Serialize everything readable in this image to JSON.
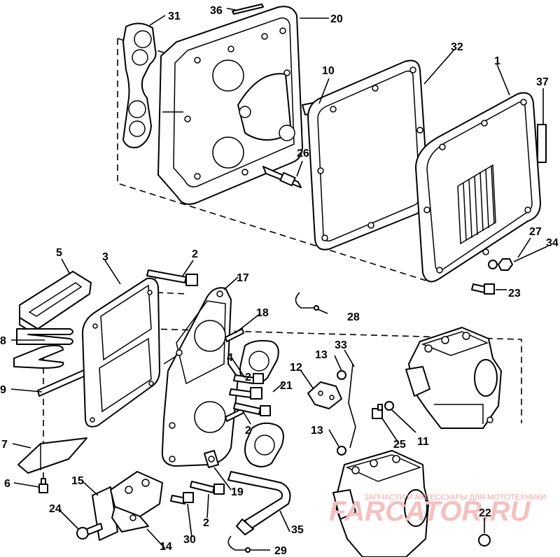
{
  "callouts": [
    "1",
    "2",
    "3",
    "4",
    "5",
    "6",
    "7",
    "8",
    "9",
    "10",
    "11",
    "12",
    "13",
    "14",
    "15",
    "17",
    "18",
    "19",
    "20",
    "21",
    "22",
    "23",
    "24",
    "25",
    "26",
    "27",
    "28",
    "29",
    "30",
    "31",
    "32",
    "33",
    "34",
    "35",
    "36",
    "37"
  ],
  "labels": {
    "l31": "31",
    "l36": "36",
    "l20": "20",
    "l32": "32",
    "l1": "1",
    "l37": "37",
    "l10": "10",
    "l26": "26",
    "l27": "27",
    "l34": "34",
    "l23": "23",
    "l5": "5",
    "l3": "3",
    "l2a": "2",
    "l17": "17",
    "l18": "18",
    "l28": "28",
    "l8": "8",
    "l9": "9",
    "l7": "7",
    "l6": "6",
    "l4": "4",
    "l2b": "2",
    "l21": "21",
    "l2c": "2",
    "l13a": "13",
    "l33": "33",
    "l12": "12",
    "l13b": "13",
    "l25": "25",
    "l11": "11",
    "l19": "19",
    "l15": "15",
    "l24": "24",
    "l14": "14",
    "l30": "30",
    "l2d": "2",
    "l35": "35",
    "l29": "29",
    "l22": "22"
  },
  "watermark": {
    "text": "ЗАПЧАСТИ И АКСЕССУАРЫ ДЛЯ МОТОТЕХНИКИ",
    "logo": "FARCATOR.RU"
  }
}
